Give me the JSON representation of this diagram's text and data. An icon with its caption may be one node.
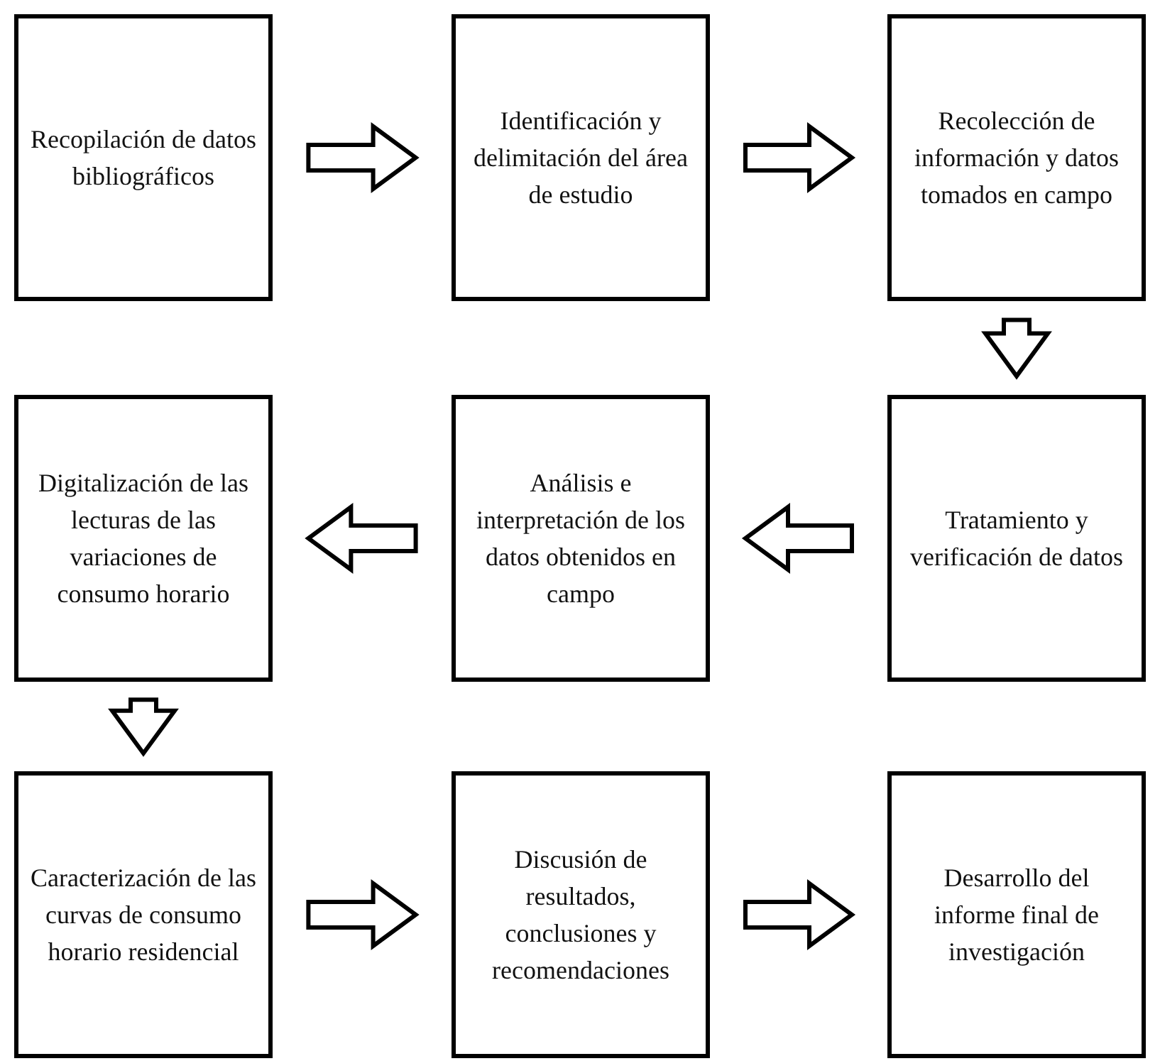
{
  "diagram": {
    "nodes": [
      {
        "text": [
          "Recopilación de datos bibliográficos"
        ]
      },
      {
        "text": [
          "Identificación y delimitación del área de estudio"
        ]
      },
      {
        "text": [
          "Recolección de información y datos tomados en campo"
        ]
      },
      {
        "text": [
          "Tratamiento y verificación de datos"
        ]
      },
      {
        "text": [
          "Análisis e interpretación de los datos obtenidos en campo"
        ]
      },
      {
        "text": [
          "Digitalización de las lecturas de las variaciones de consumo horario"
        ]
      },
      {
        "text": [
          "Caracterización de las curvas de consumo horario residencial"
        ]
      },
      {
        "text": [
          "Discusión de resultados, conclusiones y recomendaciones"
        ]
      },
      {
        "text": [
          "Desarrollo del informe final de investigación"
        ]
      }
    ],
    "edges": [
      {
        "from": 0,
        "to": 1,
        "arrow": "to"
      },
      {
        "from": 1,
        "to": 2,
        "arrow": "to"
      },
      {
        "from": 2,
        "to": 3,
        "arrow": "to"
      },
      {
        "from": 3,
        "to": 4,
        "arrow": "to"
      },
      {
        "from": 4,
        "to": 5,
        "arrow": "to"
      },
      {
        "from": 5,
        "to": 6,
        "arrow": "to"
      },
      {
        "from": 6,
        "to": 7,
        "arrow": "to"
      },
      {
        "from": 7,
        "to": 8,
        "arrow": "to"
      }
    ]
  }
}
